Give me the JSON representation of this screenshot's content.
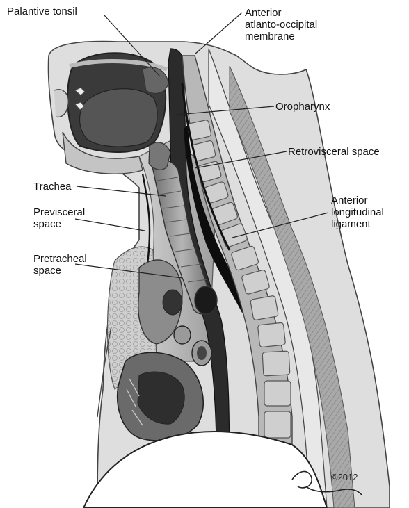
{
  "labels": {
    "palatine_tonsil": "Palantive tonsil",
    "anterior_membrane": "Anterior\natlanto-occipital\nmembrane",
    "oropharynx": "Oropharynx",
    "retrovisceral": "Retrovisceral space",
    "trachea": "Trachea",
    "anterior_ligament": "Anterior\nlongitudinal\nligament",
    "previsceral": "Previsceral\nspace",
    "pretracheal": "Pretracheal\nspace"
  },
  "copyright": "©2012",
  "signature": "Pangrace",
  "colors": {
    "background": "#ffffff",
    "label_text": "#111111",
    "leader_line": "#222222",
    "skin": "#d9d9d9",
    "soft_tissue": "#bdbdbd",
    "dark_cavity": "#2e2e2e",
    "vertebra": "#9a9a9a",
    "retrovisceral_fill": "#0d0d0d"
  }
}
